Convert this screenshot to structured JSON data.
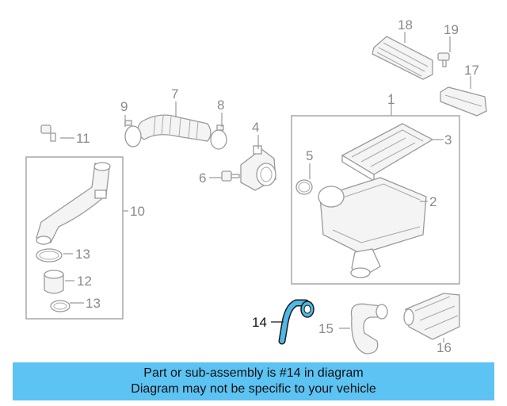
{
  "callouts": {
    "c1": "1",
    "c2": "2",
    "c3": "3",
    "c4": "4",
    "c5": "5",
    "c6": "6",
    "c7": "7",
    "c8": "8",
    "c9": "9",
    "c10": "10",
    "c11": "11",
    "c12": "12",
    "c13a": "13",
    "c13b": "13",
    "c14": "14",
    "c15": "15",
    "c16": "16",
    "c17": "17",
    "c18": "18",
    "c19": "19"
  },
  "highlighted_part": "14",
  "banner": {
    "line1": "Part or sub-assembly is #14 in diagram",
    "line2": "Diagram may not be specific to your vehicle"
  },
  "colors": {
    "banner_background": "#5cc3f3",
    "highlight_part": "#4fb8e6",
    "linework": "#9a9a9a"
  }
}
